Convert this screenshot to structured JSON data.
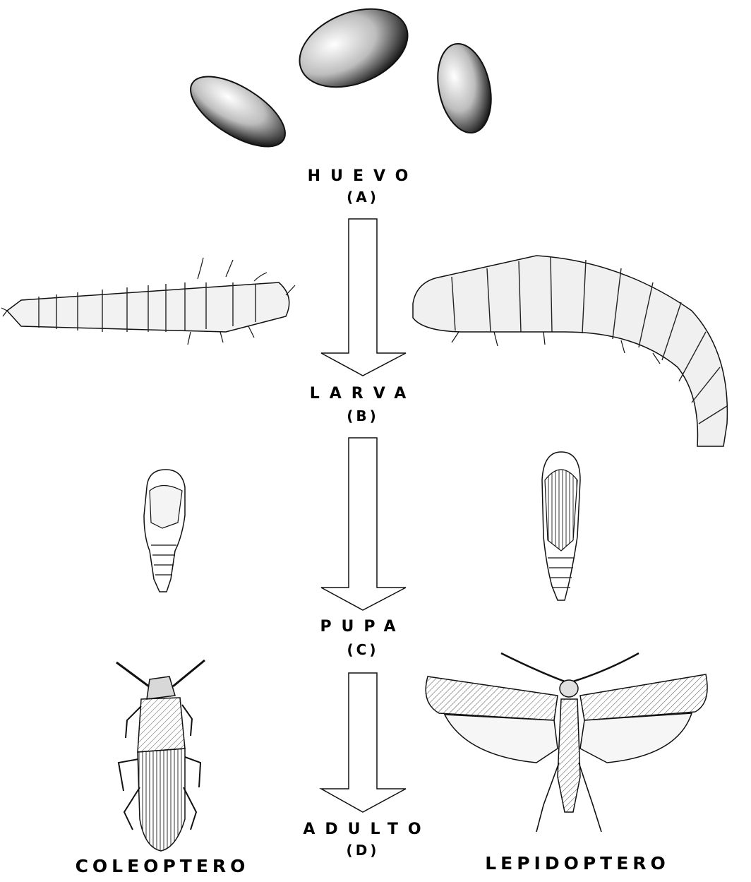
{
  "stages": [
    {
      "name": "HUEVO",
      "code": "(A)"
    },
    {
      "name": "LARVA",
      "code": "(B)"
    },
    {
      "name": "PUPA",
      "code": "(C)"
    },
    {
      "name": "ADULTO",
      "code": "(D)"
    }
  ],
  "orders": {
    "left": "COLEOPTERO",
    "right": "LEPIDOPTERO"
  }
}
